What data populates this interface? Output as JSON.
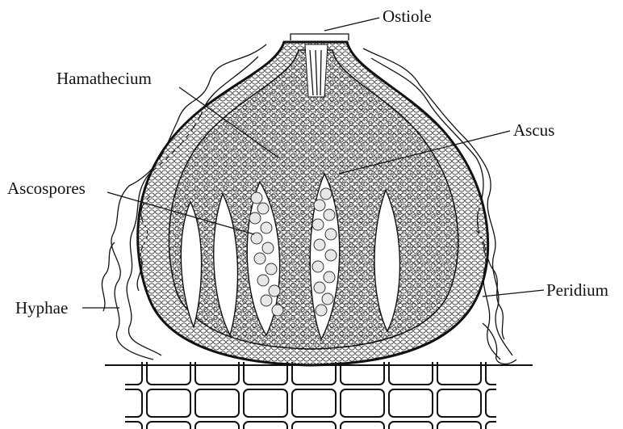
{
  "figure": {
    "labels": {
      "ostiole": "Ostiole",
      "hamathecium": "Hamathecium",
      "ascus": "Ascus",
      "ascospores": "Ascospores",
      "hyphae": "Hyphae",
      "peridium": "Peridium"
    }
  },
  "colors": {
    "ink": "#111111",
    "background": "#ffffff",
    "spore_fill": "#e8e8e8"
  }
}
